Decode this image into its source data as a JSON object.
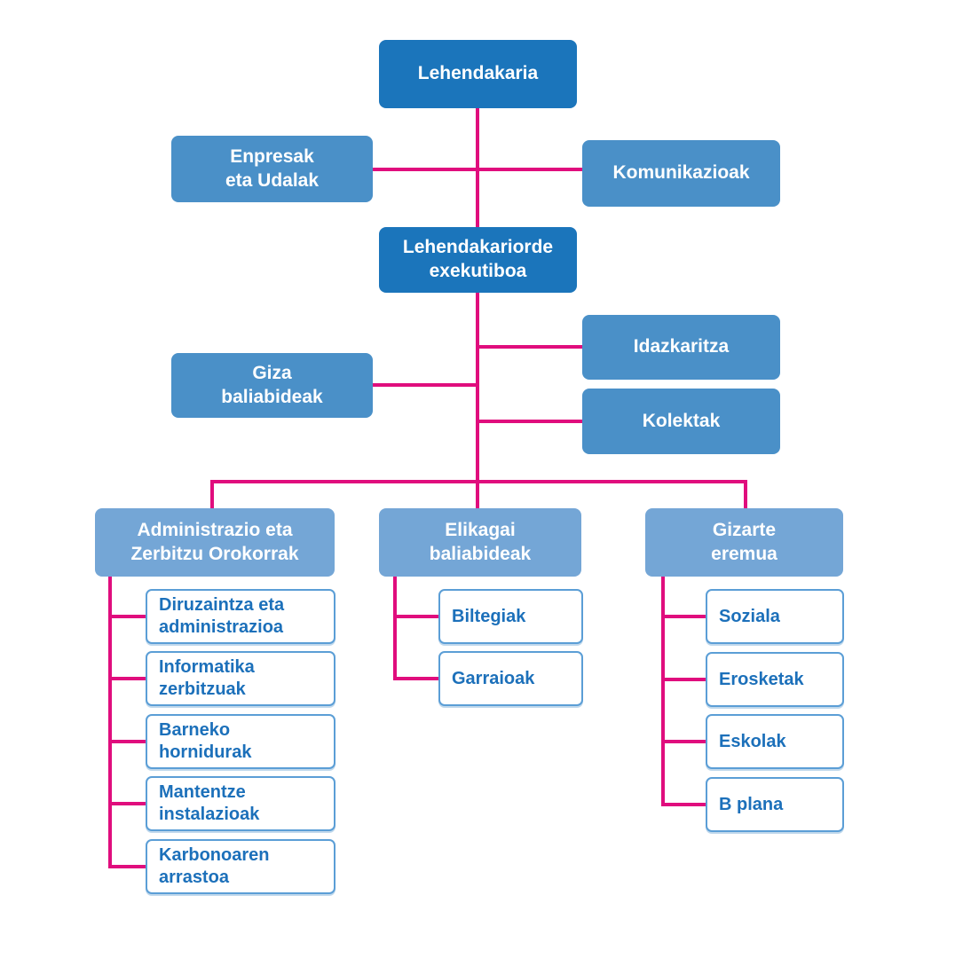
{
  "palette": {
    "level1_fill": "#1b75bb",
    "level2_fill": "#4a90c8",
    "level3_fill": "#74a6d6",
    "connector": "#e00d7d",
    "leaf_border": "#5b9ed6",
    "leaf_text": "#1c70ba",
    "background": "#ffffff"
  },
  "org": {
    "root": {
      "label": "Lehendakaria"
    },
    "level2": [
      {
        "label": "Enpresak\neta Udalak"
      },
      {
        "label": "Komunikazioak"
      }
    ],
    "vice": {
      "label": "Lehendakariorde\nexekutiboa"
    },
    "level3": [
      {
        "label": "Idazkaritza"
      },
      {
        "label": "Giza\nbaliabideak"
      },
      {
        "label": "Kolektak"
      }
    ],
    "branches": [
      {
        "label": "Administrazio eta\nZerbitzu Orokorrak",
        "children": [
          "Diruzaintza eta\nadministrazioa",
          "Informatika\nzerbitzuak",
          "Barneko\nhornidurak",
          "Mantentze\ninstalazioak",
          "Karbonoaren\narrastoa"
        ]
      },
      {
        "label": "Elikagai\nbaliabideak",
        "children": [
          "Biltegiak",
          "Garraioak"
        ]
      },
      {
        "label": "Gizarte\neremua",
        "children": [
          "Soziala",
          "Erosketak",
          "Eskolak",
          "B plana"
        ]
      }
    ]
  }
}
